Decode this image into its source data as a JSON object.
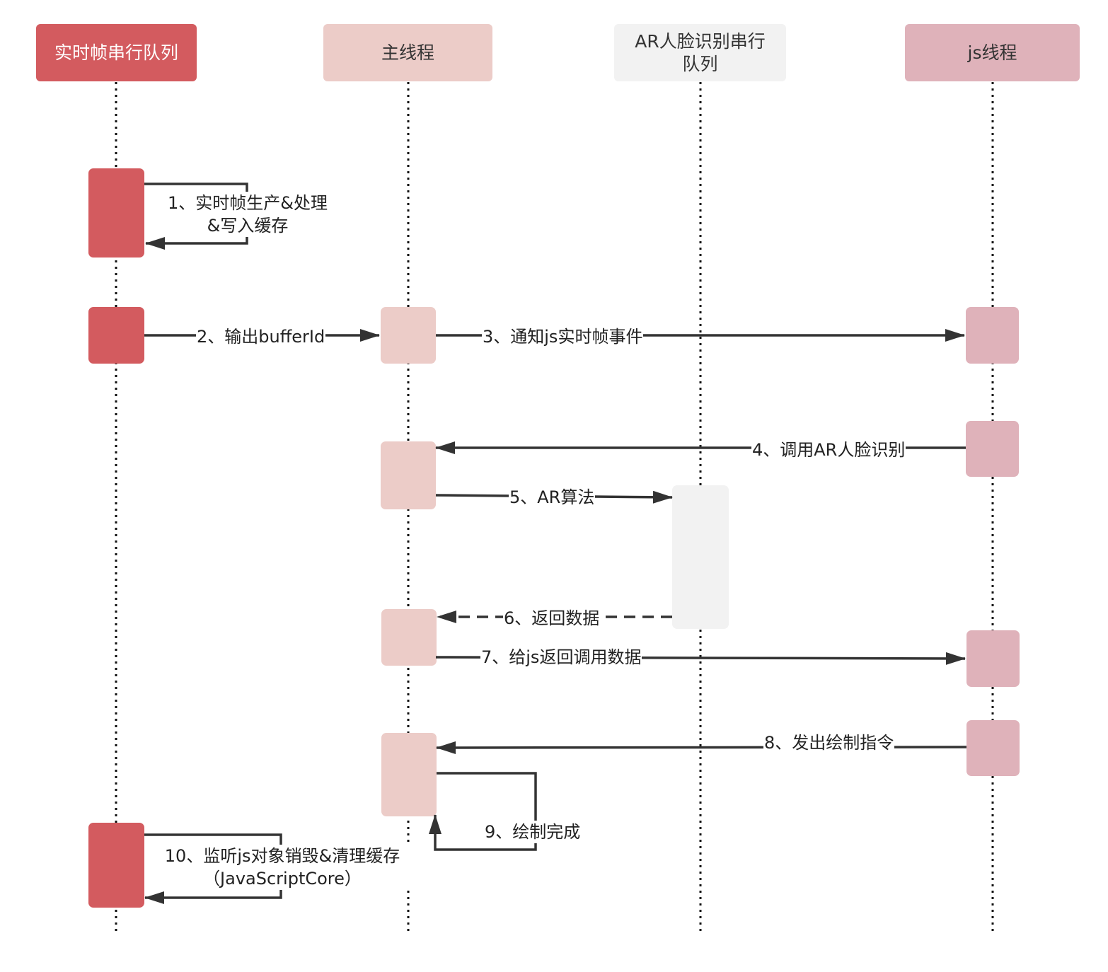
{
  "lanes": [
    {
      "id": "frame_queue",
      "title": "实时帧串行队列",
      "fill": "#d35b5f",
      "text_color": "#ffffff"
    },
    {
      "id": "main_thread",
      "title": "主线程",
      "fill": "#ecccc8",
      "text_color": "#333333"
    },
    {
      "id": "ar_queue",
      "title": "AR人脸识别串行队列",
      "fill": "#f2f2f2",
      "text_color": "#333333"
    },
    {
      "id": "js_thread",
      "title": "js线程",
      "fill": "#dfb2ba",
      "text_color": "#333333"
    }
  ],
  "messages": [
    {
      "label": "1、实时帧生产&处理\n&写入缓存",
      "from": "frame_queue",
      "to": "frame_queue",
      "style": "solid"
    },
    {
      "label": "2、输出bufferId",
      "from": "frame_queue",
      "to": "main_thread",
      "style": "solid"
    },
    {
      "label": "3、通知js实时帧事件",
      "from": "main_thread",
      "to": "js_thread",
      "style": "solid"
    },
    {
      "label": "4、调用AR人脸识别",
      "from": "js_thread",
      "to": "main_thread",
      "style": "solid"
    },
    {
      "label": "5、AR算法",
      "from": "main_thread",
      "to": "ar_queue",
      "style": "solid"
    },
    {
      "label": "6、返回数据",
      "from": "ar_queue",
      "to": "main_thread",
      "style": "dashed"
    },
    {
      "label": "7、给js返回调用数据",
      "from": "main_thread",
      "to": "js_thread",
      "style": "solid"
    },
    {
      "label": "8、发出绘制指令",
      "from": "js_thread",
      "to": "main_thread",
      "style": "solid"
    },
    {
      "label": "9、绘制完成",
      "from": "main_thread",
      "to": "main_thread",
      "style": "solid"
    },
    {
      "label": "10、监听js对象销毁&清理缓存\n（JavaScriptCore）",
      "from": "frame_queue",
      "to": "frame_queue",
      "style": "solid"
    }
  ],
  "colors": {
    "line": "#333333",
    "lifeline": "#111111"
  }
}
